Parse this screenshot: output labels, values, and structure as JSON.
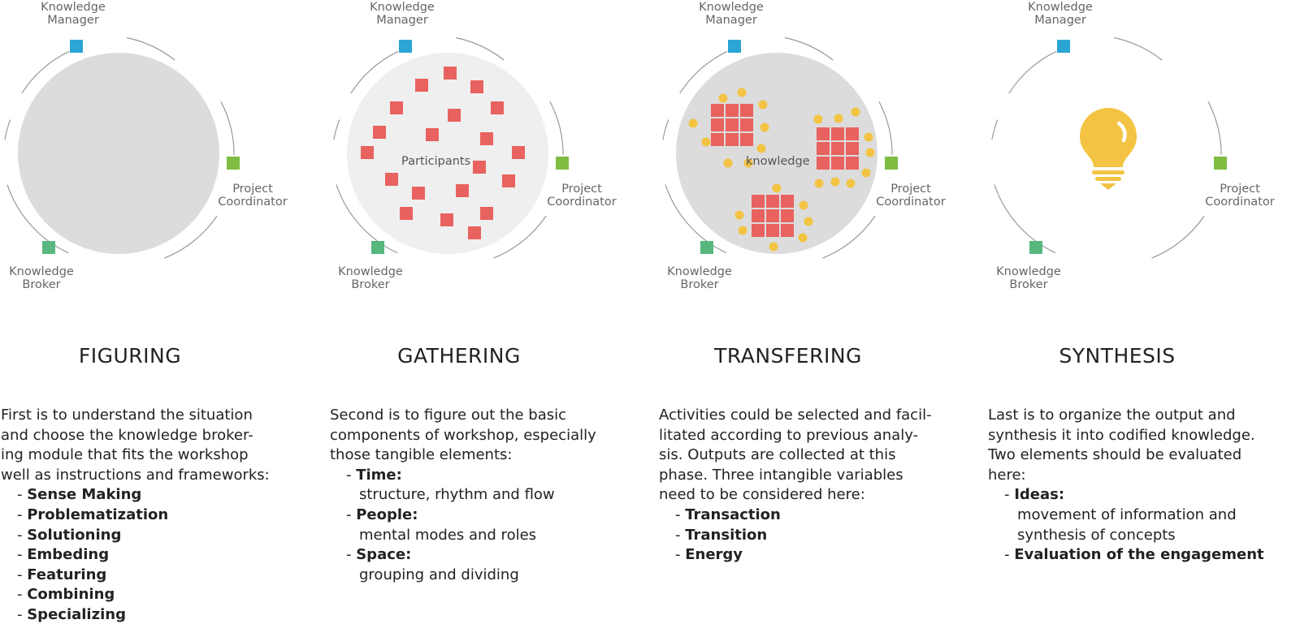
{
  "colors": {
    "manager": "#2ba6d4",
    "coordinator": "#7fbd42",
    "broker": "#57b77f",
    "circle": "#dcdcdc",
    "circle_light": "#efefef",
    "participant": "#e8625f",
    "dot": "#f3c443",
    "bulb": "#f3c443",
    "ring": "#999999"
  },
  "roles": {
    "manager": [
      "Knowledge",
      "Manager"
    ],
    "coordinator": [
      "Project",
      "Coordinator"
    ],
    "broker": [
      "Knowledge",
      "Broker"
    ]
  },
  "panels": [
    {
      "title": "FIGURING",
      "center_label": "",
      "icon": "empty-circle",
      "intro": [
        "First is to understand the situation",
        "and choose the knowledge broker-",
        "ing module that fits the workshop",
        "well as instructions and frameworks:"
      ],
      "items": [
        {
          "label": "Sense Making"
        },
        {
          "label": "Problematization"
        },
        {
          "label": "Solutioning"
        },
        {
          "label": "Embeding"
        },
        {
          "label": "Featuring"
        },
        {
          "label": "Combining"
        },
        {
          "label": "Specializing"
        }
      ]
    },
    {
      "title": "GATHERING",
      "center_label": "Participants",
      "icon": "participant-squares",
      "intro": [
        "Second is to figure out the basic",
        "components of workshop, especially",
        "those tangible elements:"
      ],
      "items": [
        {
          "label": "Time:",
          "detail": "structure, rhythm and flow"
        },
        {
          "label": "People:",
          "detail": "mental modes and roles"
        },
        {
          "label": "Space:",
          "detail": "grouping and dividing"
        }
      ]
    },
    {
      "title": "TRANSFERING",
      "center_label": "knowledge",
      "icon": "knowledge-grids",
      "intro": [
        "Activities could be selected and facil-",
        "litated according to previous analy-",
        "sis. Outputs are collected at this",
        "phase. Three intangible variables",
        "need to be considered here:"
      ],
      "items": [
        {
          "label": "Transaction"
        },
        {
          "label": "Transition"
        },
        {
          "label": "Energy"
        }
      ]
    },
    {
      "title": "SYNTHESIS",
      "center_label": "",
      "icon": "lightbulb-icon",
      "intro": [
        "Last is to organize the output and",
        "synthesis it into codified knowledge.",
        "Two elements should be evaluated",
        "here:"
      ],
      "items": [
        {
          "label": "Ideas:",
          "detail": "movement of information and",
          "detail2": "synthesis of concepts"
        },
        {
          "label": "Evaluation of the engagement"
        }
      ]
    }
  ]
}
